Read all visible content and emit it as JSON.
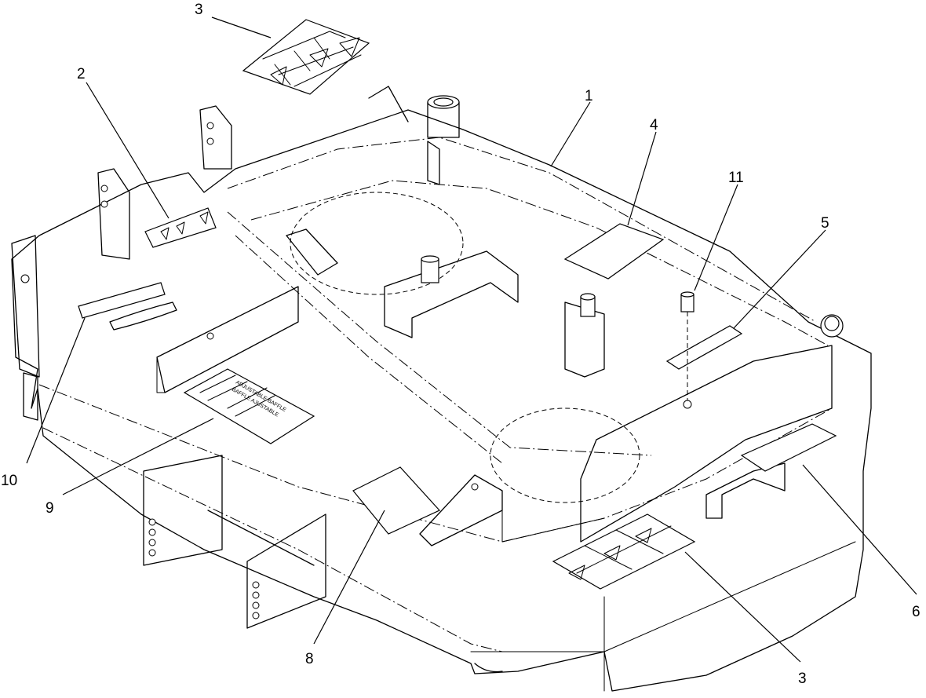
{
  "diagram": {
    "callouts": [
      {
        "id": "c3a",
        "label": "3"
      },
      {
        "id": "c2",
        "label": "2"
      },
      {
        "id": "c1",
        "label": "1"
      },
      {
        "id": "c4",
        "label": "4"
      },
      {
        "id": "c11",
        "label": "11"
      },
      {
        "id": "c5",
        "label": "5"
      },
      {
        "id": "c10",
        "label": "10"
      },
      {
        "id": "c9",
        "label": "9"
      },
      {
        "id": "c8",
        "label": "8"
      },
      {
        "id": "c3b",
        "label": "3"
      },
      {
        "id": "c6",
        "label": "6"
      }
    ],
    "decal_9_text": [
      "ADJUSTABLE BAFFLE",
      "BAFFLE AJUSTABLE"
    ]
  }
}
